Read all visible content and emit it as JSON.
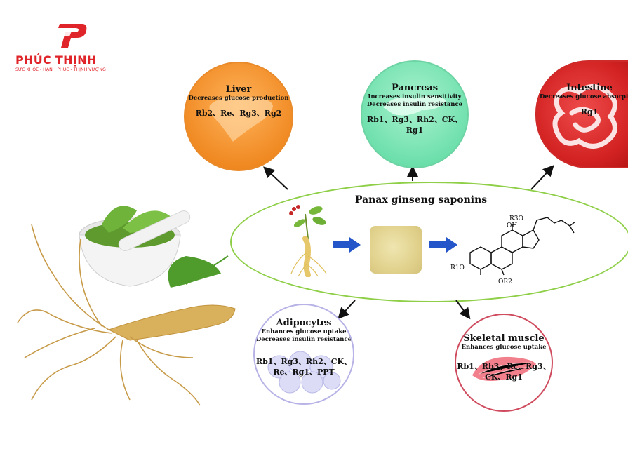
{
  "logo": {
    "name": "PHÚC THỊNH",
    "slogan": "SỨC KHỎE - HẠNH PHÚC - THỊNH VƯỢNG",
    "brand_color": "#e0252a"
  },
  "center": {
    "title": "Panax ginseng saponins",
    "formula_labels": {
      "r3": "R3O",
      "oh": "OH",
      "r1": "R1O",
      "r2": "OR2"
    }
  },
  "organs": {
    "liver": {
      "title": "Liver",
      "desc": [
        "Decreases glucose production"
      ],
      "list": [
        "Rb2、Re、Rg3、Rg2"
      ],
      "color": "#f08a23"
    },
    "pancreas": {
      "title": "Pancreas",
      "desc": [
        "Increases insulin sensitivity",
        "Decreases insulin resistance"
      ],
      "list": [
        "Rb1、Rg3、Rh2、CK、",
        "Rg1"
      ],
      "color": "#6fe0ad"
    },
    "intestine": {
      "title": "Intestine",
      "desc": [
        "Decreases glucose absorption"
      ],
      "list": [
        "Rg1"
      ],
      "color": "#d32222"
    },
    "adipocytes": {
      "title": "Adipocytes",
      "desc": [
        "Enhances glucose uptake",
        "Decreases insulin resistance"
      ],
      "list": [
        "Rb1、Rg3、Rh2、CK、",
        "Re、Rg1、PPT"
      ],
      "color": "#b7b3e6"
    },
    "skeletal": {
      "title": "Skeletal muscle",
      "desc": [
        "Enhances glucose uptake"
      ],
      "list": [
        "Rb1、Rb3、Rc、Rg3、",
        "CK、Rg1"
      ],
      "color": "#cf4b5e"
    }
  }
}
